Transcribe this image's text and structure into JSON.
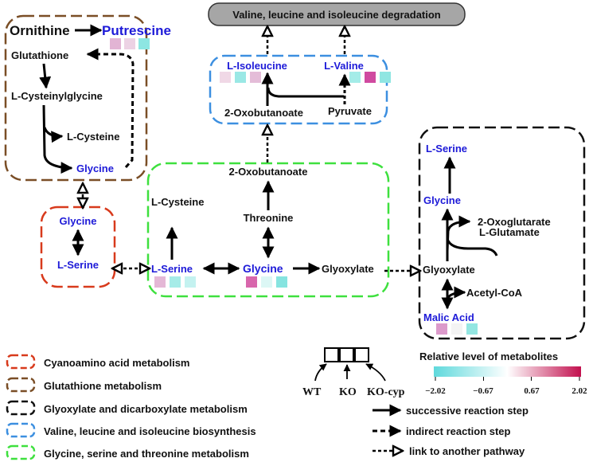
{
  "header": {
    "degradation_label": "Valine, leucine and isoleucine degradation"
  },
  "glutathione_box": {
    "ornithine": "Ornithine",
    "putrescine": "Putrescine",
    "glutathione": "Glutathione",
    "cysteinylglycine": "L-Cysteinylglycine",
    "cysteine": "L-Cysteine",
    "glycine": "Glycine"
  },
  "valine_box": {
    "isoleucine": "L-Isoleucine",
    "valine": "L-Valine",
    "oxobutanoate": "2-Oxobutanoate",
    "pyruvate": "Pyruvate"
  },
  "gst_box": {
    "oxobutanoate": "2-Oxobutanoate",
    "threonine": "Threonine",
    "cysteine": "L-Cysteine",
    "serine": "L-Serine",
    "glycine": "Glycine",
    "glyoxylate": "Glyoxylate"
  },
  "cyano_box": {
    "glycine": "Glycine",
    "serine": "L-Serine"
  },
  "glyox_box": {
    "serine": "L-Serine",
    "glycine": "Glycine",
    "oxoglutarate": "2-Oxoglutarate",
    "glutamate": "L-Glutamate",
    "glyoxylate": "Glyoxylate",
    "acetylcoa": "Acetyl-CoA",
    "malic": "Malic Acid"
  },
  "heat_cells": {
    "putrescine": [
      "#e2b4d4",
      "#ecd2e4",
      "#8de6e2"
    ],
    "isoleucine": [
      "#f0d8e6",
      "#9ae8e5",
      "#e4bcd8"
    ],
    "valine": [
      "#a4ece8",
      "#d04aa0",
      "#90e6e2"
    ],
    "serine_gst": [
      "#e4b8d6",
      "#a6ece8",
      "#c4f2f0"
    ],
    "glycine_gst": [
      "#d866ac",
      "#dcf7f5",
      "#86e4e0"
    ],
    "malic": [
      "#dc9acb",
      "#f4f4f4",
      "#94e6e2"
    ]
  },
  "legend": {
    "items": [
      {
        "label": "Cyanoamino acid metabolism",
        "color": "#d83a1c"
      },
      {
        "label": "Glutathione metabolism",
        "color": "#7a4e26"
      },
      {
        "label": "Glyoxylate and dicarboxylate metabolism",
        "color": "#111111"
      },
      {
        "label": "Valine, leucine and isoleucine biosynthesis",
        "color": "#3c8fe0"
      },
      {
        "label": "Glycine, serine and threonine metabolism",
        "color": "#3ee03e"
      }
    ],
    "samples": [
      "WT",
      "KO",
      "KO-cyp"
    ],
    "arrows": [
      "successive reaction step",
      "indirect reaction step",
      "link to another pathway"
    ]
  },
  "colorbar": {
    "title": "Relative level of metabolites",
    "ticks": [
      "−2.02",
      "−0.67",
      "0.67",
      "2.02"
    ],
    "values": [
      -2.02,
      -0.67,
      0.67,
      2.02
    ],
    "low_color": "#5fd9dc",
    "mid_color": "#ffffff",
    "high_color": "#c2104e"
  },
  "colors": {
    "metabolite_blue": "#1d1ad8",
    "box_red": "#d83a1c",
    "box_brown": "#7a4e26",
    "box_blue": "#3c8fe0",
    "box_green": "#3ee03e",
    "box_black": "#111111"
  }
}
